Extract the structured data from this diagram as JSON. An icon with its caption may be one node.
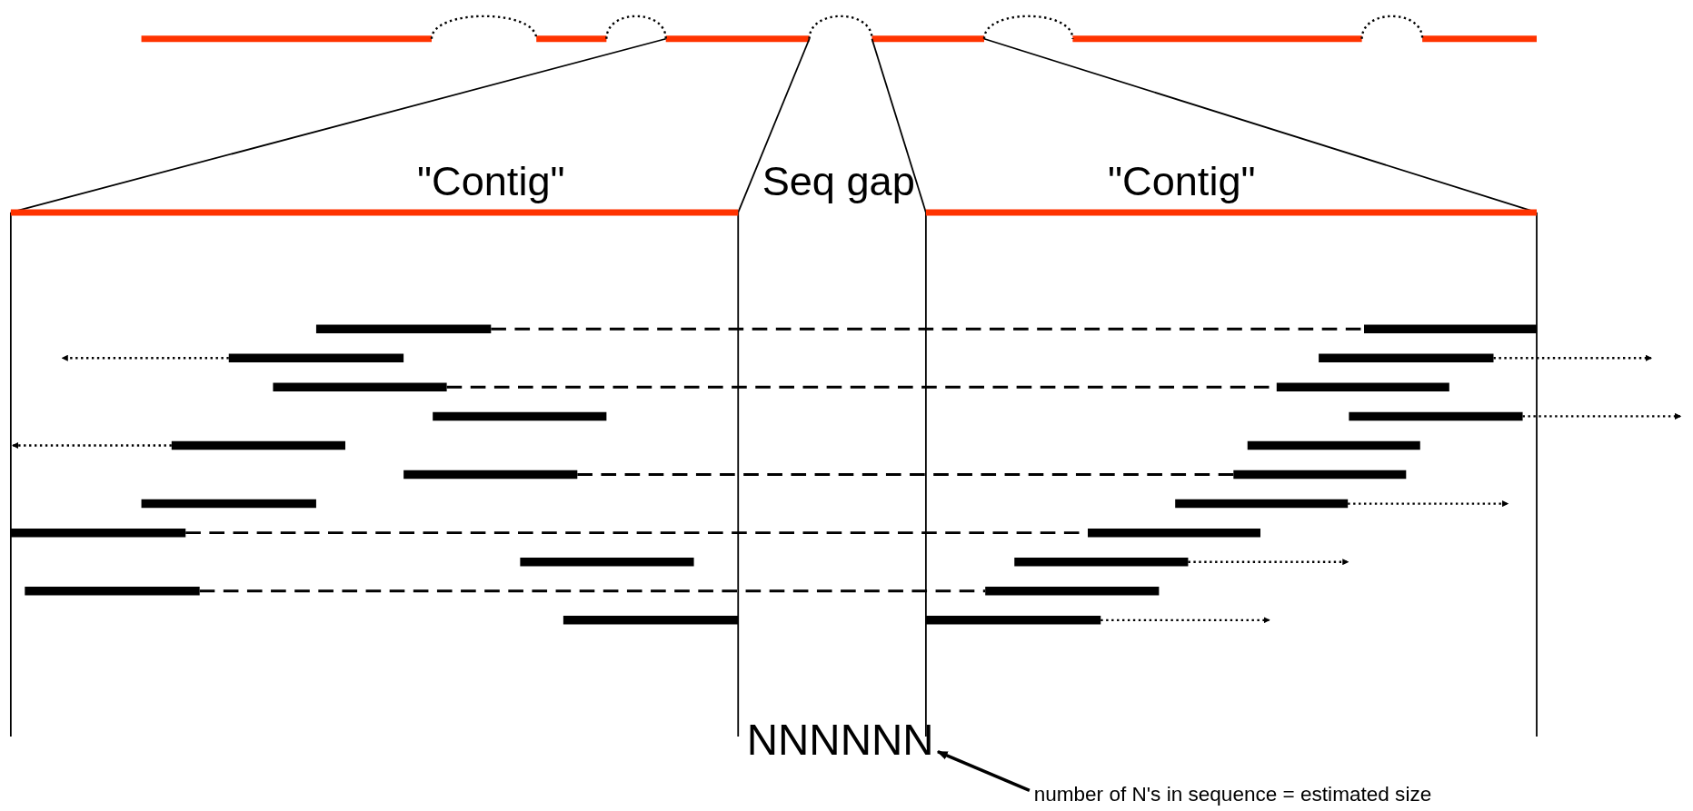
{
  "diagram": {
    "nodes": [
      {
        "text": [
          "NNNNNN"
        ]
      },
      {
        "text": [
          "number of N's in sequence = estimated size"
        ]
      }
    ],
    "edges": [
      {
        "from": 1,
        "to": 0,
        "arrow": "to"
      }
    ],
    "labels": [
      "\"Contig\"",
      "Seq gap",
      "\"Contig\""
    ]
  }
}
